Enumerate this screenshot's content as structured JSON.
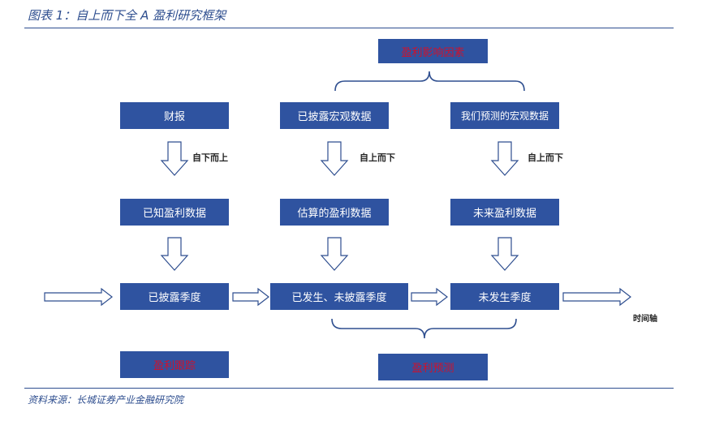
{
  "figure": {
    "title": "图表 1：自上而下全 A 盈利研究框架",
    "source": "资料来源：长城证券产业金融研究院"
  },
  "diagram": {
    "top_box": "盈利影响因素",
    "row1": [
      "财报",
      "已披露宏观数据",
      "我们预测的宏观数据"
    ],
    "arrow_labels": [
      "自下而上",
      "自上而下",
      "自上而下"
    ],
    "row2": [
      "已知盈利数据",
      "估算的盈利数据",
      "未来盈利数据"
    ],
    "row3": [
      "已披露季度",
      "已发生、未披露季度",
      "未发生季度"
    ],
    "timeline_label": "时间轴",
    "bottom": [
      "盈利跟踪",
      "盈利预测"
    ]
  },
  "colors": {
    "box_fill": "#2f53a0",
    "box_text": "#ffffff",
    "highlight_text": "#d0112b",
    "line": "#2e4e8f"
  }
}
